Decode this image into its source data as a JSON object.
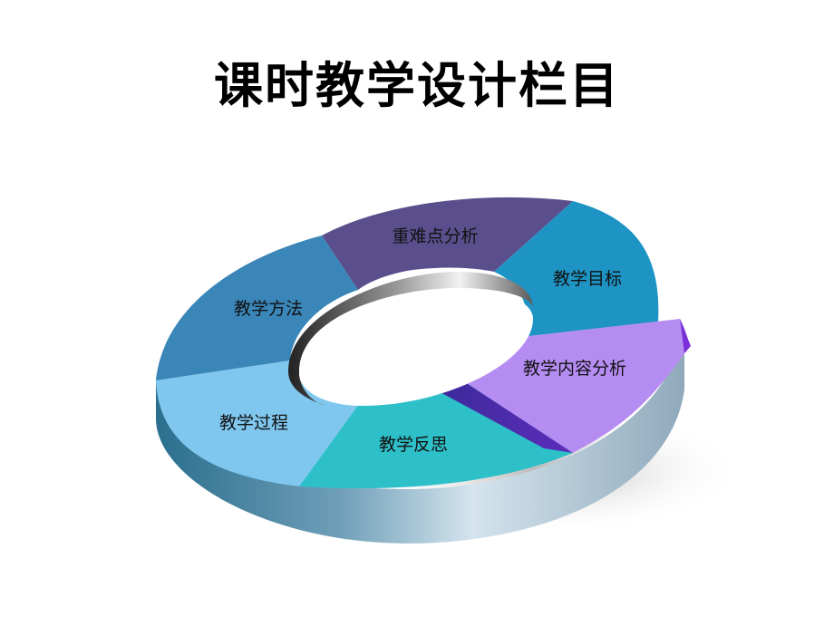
{
  "title": "课时教学设计栏目",
  "segments": [
    {
      "label": "重难点分析",
      "color": "#5a4e8c",
      "text_color": "#111111"
    },
    {
      "label": "教学目标",
      "color": "#1e94c4",
      "text_color": "#111111"
    },
    {
      "label": "教学内容分析",
      "color": "#b58cf2",
      "text_color": "#fff6a0"
    },
    {
      "label": "教学反思",
      "color": "#2ec0c8",
      "text_color": "#111111"
    },
    {
      "label": "教学过程",
      "color": "#7fc7ee",
      "text_color": "#111111"
    },
    {
      "label": "教学方法",
      "color": "#3a86b8",
      "text_color": "#111111"
    }
  ]
}
